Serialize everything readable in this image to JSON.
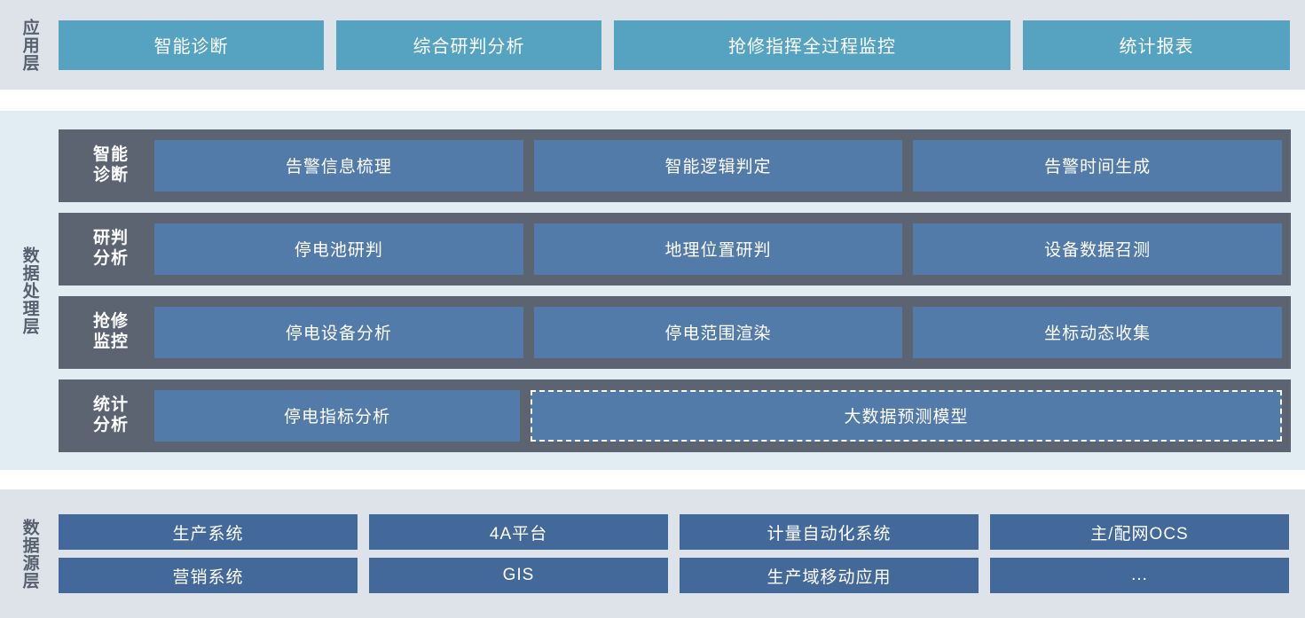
{
  "application_layer": {
    "label": "应用层",
    "boxes": [
      {
        "label": "智能诊断"
      },
      {
        "label": "综合研判分析"
      },
      {
        "label": "抢修指挥全过程监控"
      },
      {
        "label": "统计报表"
      }
    ]
  },
  "data_processing_layer": {
    "label": "数据处理层",
    "rows": [
      {
        "label": "智能\n诊断",
        "cells": [
          {
            "label": "告警信息梳理",
            "dashed": false
          },
          {
            "label": "智能逻辑判定",
            "dashed": false
          },
          {
            "label": "告警时间生成",
            "dashed": false
          }
        ]
      },
      {
        "label": "研判\n分析",
        "cells": [
          {
            "label": "停电池研判",
            "dashed": false
          },
          {
            "label": "地理位置研判",
            "dashed": false
          },
          {
            "label": "设备数据召测",
            "dashed": false
          }
        ]
      },
      {
        "label": "抢修\n监控",
        "cells": [
          {
            "label": "停电设备分析",
            "dashed": false
          },
          {
            "label": "停电范围渲染",
            "dashed": false
          },
          {
            "label": "坐标动态收集",
            "dashed": false
          }
        ]
      },
      {
        "label": "统计\n分析",
        "cells": [
          {
            "label": "停电指标分析",
            "dashed": false
          },
          {
            "label": "大数据预测模型",
            "dashed": true
          }
        ]
      }
    ]
  },
  "data_source_layer": {
    "label": "数据源层",
    "rows": [
      [
        {
          "label": "生产系统"
        },
        {
          "label": "4A平台"
        },
        {
          "label": "计量自动化系统"
        },
        {
          "label": "主/配网OCS"
        }
      ],
      [
        {
          "label": "营销系统"
        },
        {
          "label": "GIS"
        },
        {
          "label": "生产域移动应用"
        },
        {
          "label": "..."
        }
      ]
    ]
  },
  "colors": {
    "application_box": "#55a3c0",
    "processing_row": "#5c6472",
    "processing_cell": "#537ba9",
    "source_box": "#43699a",
    "band_grey": "#dee3ea",
    "band_blue": "#e2edf3",
    "label_text": "#56606e"
  }
}
